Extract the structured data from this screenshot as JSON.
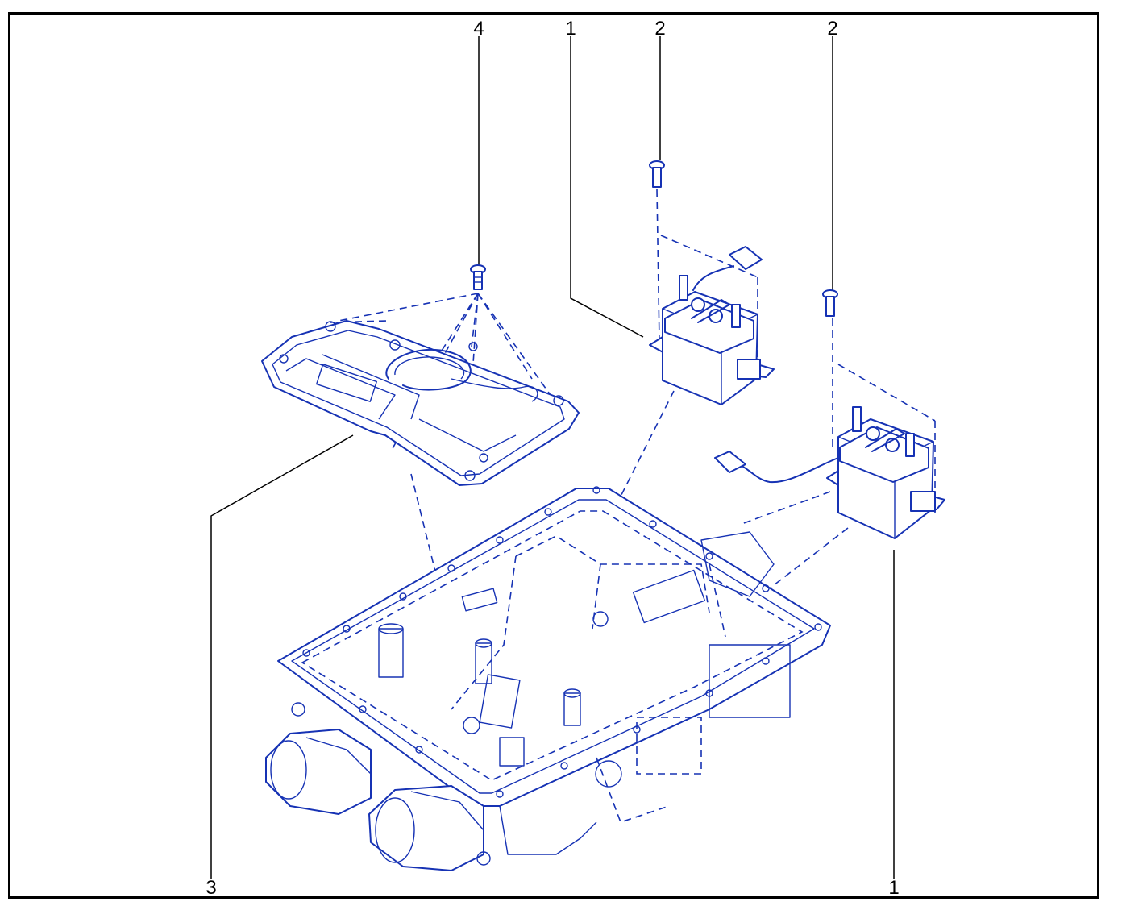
{
  "callouts": {
    "c4_top": "4",
    "c1_top": "1",
    "c2_left": "2",
    "c2_right": "2",
    "c3_bottom": "3",
    "c1_bottom": "1"
  },
  "colors": {
    "line_art": "#1632b4",
    "leader": "#000000",
    "frame": "#000000",
    "background": "#ffffff"
  }
}
